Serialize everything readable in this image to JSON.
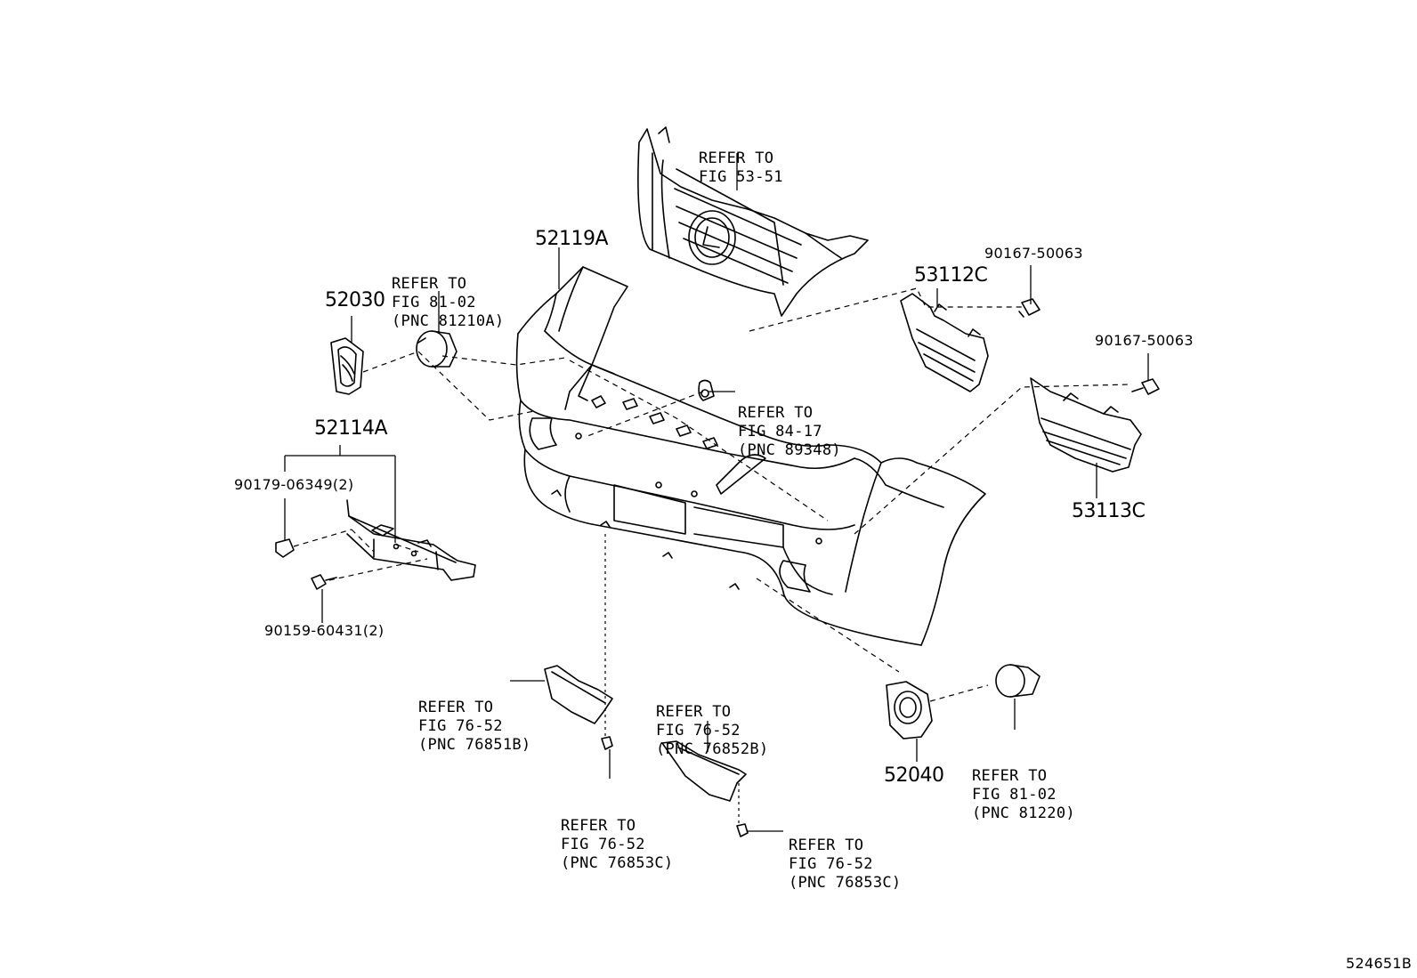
{
  "diagram_id": "524651B",
  "parts": {
    "p52119A": "52119A",
    "p52030": "52030",
    "p52114A": "52114A",
    "p90179": "90179-06349(2)",
    "p90159": "90159-60431(2)",
    "p53112C": "53112C",
    "p53113C": "53113C",
    "p90167a": "90167-50063",
    "p90167b": "90167-50063",
    "p52040": "52040"
  },
  "refs": {
    "grille": [
      "REFER TO",
      "FIG 53-51"
    ],
    "foglampL": [
      "REFER TO",
      "FIG 81-02",
      "(PNC 81210A)"
    ],
    "sensor": [
      "REFER TO",
      "FIG 84-17",
      "(PNC 89348)"
    ],
    "moldL": [
      "REFER TO",
      "FIG 76-52",
      "(PNC 76851B)"
    ],
    "moldR": [
      "REFER TO",
      "FIG 76-52",
      "(PNC 76852B)"
    ],
    "clipL": [
      "REFER TO",
      "FIG 76-52",
      "(PNC 76853C)"
    ],
    "clipR": [
      "REFER TO",
      "FIG 76-52",
      "(PNC 76853C)"
    ],
    "foglampR": [
      "REFER TO",
      "FIG 81-02",
      "(PNC 81220)"
    ]
  }
}
